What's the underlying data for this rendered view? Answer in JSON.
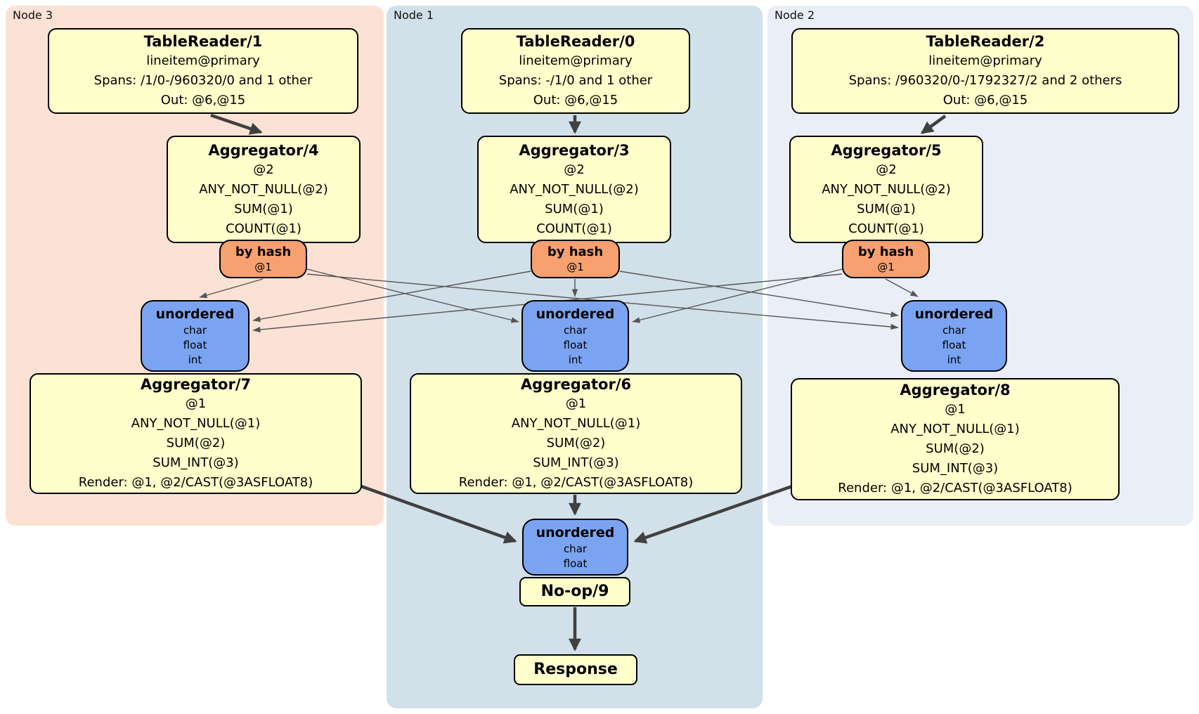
{
  "panels": {
    "node3": {
      "label": "Node 3"
    },
    "node1": {
      "label": "Node 1"
    },
    "node2": {
      "label": "Node 2"
    }
  },
  "boxes": {
    "tr1": {
      "title": "TableReader/1",
      "lines": [
        "lineitem@primary",
        "Spans: /1/0-/960320/0 and 1 other",
        "Out: @6,@15"
      ]
    },
    "tr0": {
      "title": "TableReader/0",
      "lines": [
        "lineitem@primary",
        "Spans: -/1/0 and 1 other",
        "Out: @6,@15"
      ]
    },
    "tr2": {
      "title": "TableReader/2",
      "lines": [
        "lineitem@primary",
        "Spans: /960320/0-/1792327/2 and 2 others",
        "Out: @6,@15"
      ]
    },
    "agg4": {
      "title": "Aggregator/4",
      "lines": [
        "@2",
        "ANY_NOT_NULL(@2)",
        "SUM(@1)",
        "COUNT(@1)"
      ]
    },
    "agg3": {
      "title": "Aggregator/3",
      "lines": [
        "@2",
        "ANY_NOT_NULL(@2)",
        "SUM(@1)",
        "COUNT(@1)"
      ]
    },
    "agg5": {
      "title": "Aggregator/5",
      "lines": [
        "@2",
        "ANY_NOT_NULL(@2)",
        "SUM(@1)",
        "COUNT(@1)"
      ]
    },
    "byhash4": {
      "title": "by hash",
      "lines": [
        "@1"
      ]
    },
    "byhash3": {
      "title": "by hash",
      "lines": [
        "@1"
      ]
    },
    "byhash5": {
      "title": "by hash",
      "lines": [
        "@1"
      ]
    },
    "sync7": {
      "title": "unordered",
      "lines": [
        "char",
        "float",
        "int"
      ]
    },
    "sync6": {
      "title": "unordered",
      "lines": [
        "char",
        "float",
        "int"
      ]
    },
    "sync8": {
      "title": "unordered",
      "lines": [
        "char",
        "float",
        "int"
      ]
    },
    "agg7": {
      "title": "Aggregator/7",
      "lines": [
        "@1",
        "ANY_NOT_NULL(@1)",
        "SUM(@2)",
        "SUM_INT(@3)",
        "Render: @1, @2/CAST(@3ASFLOAT8)"
      ]
    },
    "agg6": {
      "title": "Aggregator/6",
      "lines": [
        "@1",
        "ANY_NOT_NULL(@1)",
        "SUM(@2)",
        "SUM_INT(@3)",
        "Render: @1, @2/CAST(@3ASFLOAT8)"
      ]
    },
    "agg8": {
      "title": "Aggregator/8",
      "lines": [
        "@1",
        "ANY_NOT_NULL(@1)",
        "SUM(@2)",
        "SUM_INT(@3)",
        "Render: @1, @2/CAST(@3ASFLOAT8)"
      ]
    },
    "sync9": {
      "title": "unordered",
      "lines": [
        "char",
        "float"
      ]
    },
    "noop": {
      "title": "No-op/9"
    },
    "response": {
      "title": "Response"
    }
  },
  "colors": {
    "node3_bg": "#fce2d5",
    "node1_bg": "#d2e0e9",
    "node2_bg": "#e9eef7",
    "processor_bg": "#ffffcc",
    "router_bg": "#f7a070",
    "synchronizer_bg": "#7aa4f1",
    "border": "#000000",
    "edge_thick": "#404040",
    "edge_thin": "#555555"
  }
}
